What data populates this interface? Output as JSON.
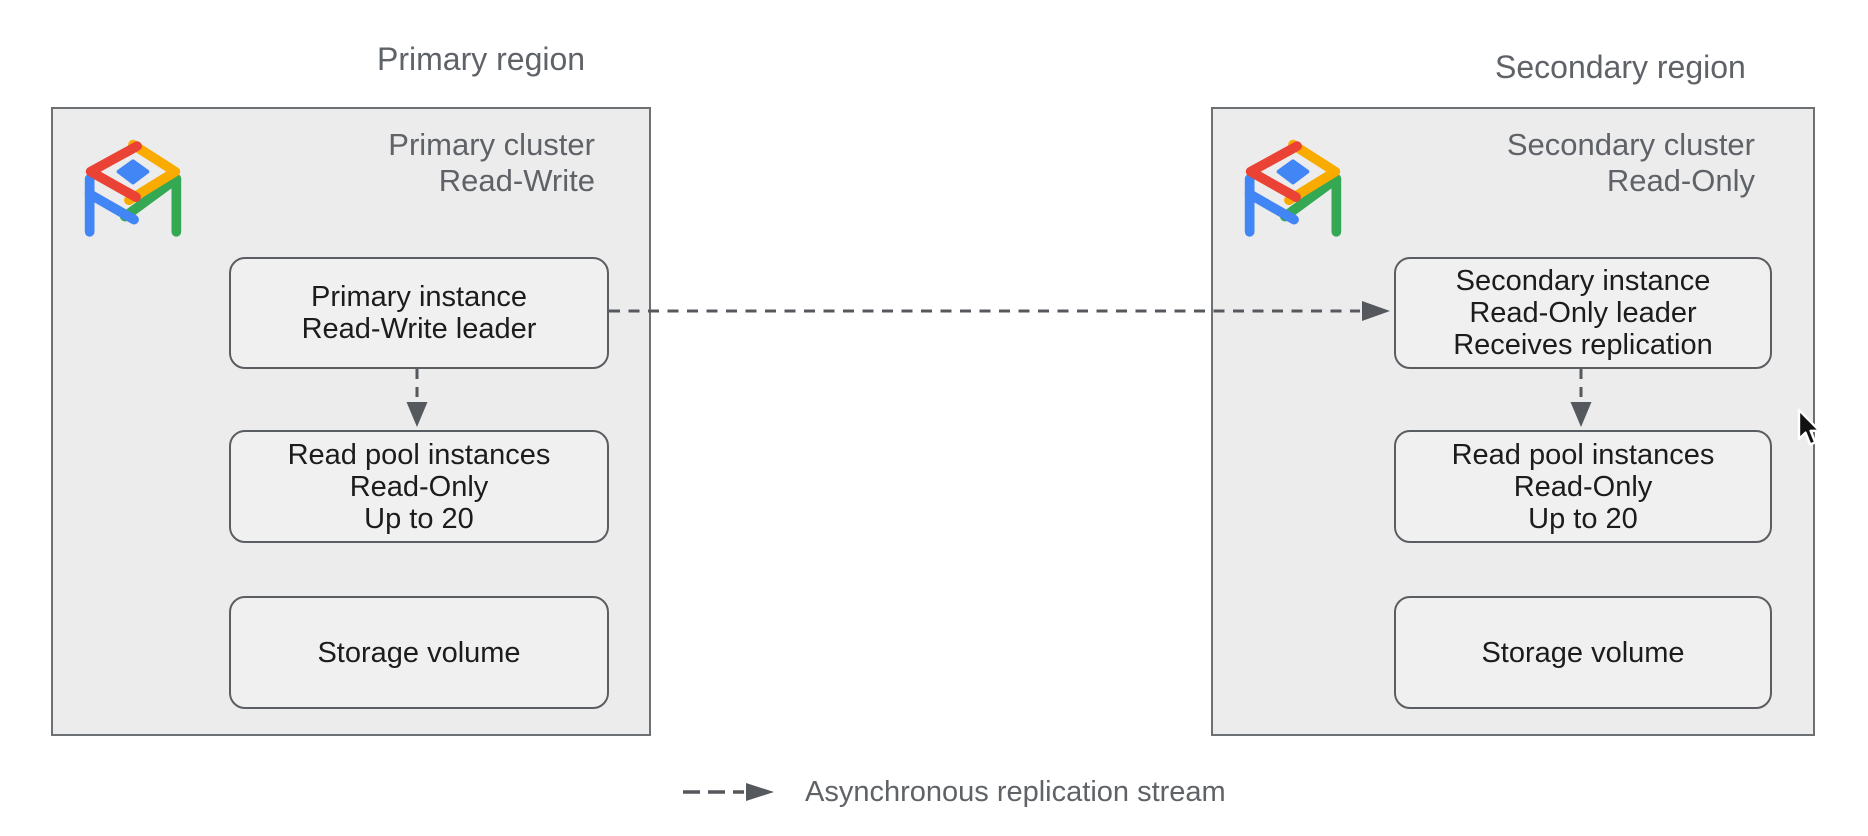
{
  "region_labels": {
    "primary": "Primary region",
    "secondary": "Secondary region"
  },
  "clusters": [
    {
      "name": "primary",
      "icon": "alloydb-table-icon",
      "title_lines": [
        "Primary cluster",
        "Read-Write"
      ],
      "nodes": [
        {
          "lines": [
            "Primary instance",
            "Read-Write leader"
          ]
        },
        {
          "lines": [
            "Read pool instances",
            "Read-Only",
            "Up to 20"
          ]
        },
        {
          "lines": [
            "Storage volume"
          ]
        }
      ]
    },
    {
      "name": "secondary",
      "icon": "alloydb-table-icon",
      "title_lines": [
        "Secondary cluster",
        "Read-Only"
      ],
      "nodes": [
        {
          "lines": [
            "Secondary instance",
            "Read-Only leader",
            "Receives replication"
          ]
        },
        {
          "lines": [
            "Read pool instances",
            "Read-Only",
            "Up to 20"
          ]
        },
        {
          "lines": [
            "Storage volume"
          ]
        }
      ]
    }
  ],
  "arrows": {
    "cross_region": "dashed arrow from primary instance to secondary instance",
    "primary_to_readpool": "dashed arrow down",
    "secondary_to_readpool": "dashed arrow down"
  },
  "legend": {
    "label": "Asynchronous replication stream"
  },
  "colors": {
    "background": "#ffffff",
    "cluster_fill": "#ececec",
    "cluster_border": "#6d7073",
    "node_fill": "#f0f0f0",
    "node_border": "#5a5d61",
    "arrow": "#55585c",
    "text_dark": "#1c1c1e",
    "text_gray": "#5f6368",
    "logo_red": "#EA4335",
    "logo_yellow": "#F9AB00",
    "logo_green": "#34A853",
    "logo_blue": "#4285F4"
  }
}
